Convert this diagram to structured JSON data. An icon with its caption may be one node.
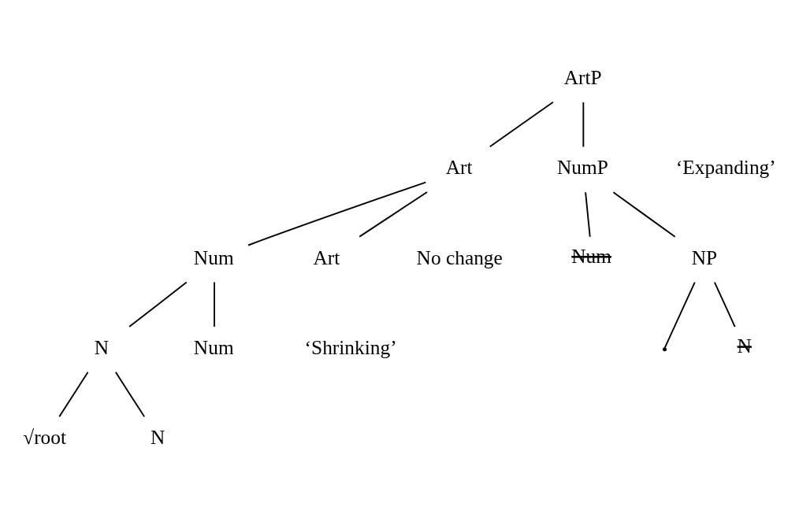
{
  "diagram": {
    "nodes": [
      {
        "text": [
          "ArtP"
        ]
      },
      {
        "text": [
          "Art"
        ]
      },
      {
        "text": [
          "NumP"
        ]
      },
      {
        "text": [
          "Num"
        ]
      },
      {
        "text": [
          "Art"
        ]
      },
      {
        "text": [
          "Num"
        ]
      },
      {
        "text": [
          "NP"
        ]
      },
      {
        "text": [
          "N"
        ]
      },
      {
        "text": [
          "Num"
        ]
      },
      {
        "text": [
          "N"
        ]
      },
      {
        "text": [
          "√root"
        ]
      },
      {
        "text": [
          "N"
        ]
      },
      {
        "text": [],
        "shape": "point"
      }
    ],
    "edges": [
      {
        "from": 0,
        "to": 1,
        "arrow": "none"
      },
      {
        "from": 0,
        "to": 2,
        "arrow": "none"
      },
      {
        "from": 1,
        "to": 3,
        "arrow": "none"
      },
      {
        "from": 1,
        "to": 4,
        "arrow": "none"
      },
      {
        "from": 2,
        "to": 5,
        "arrow": "none"
      },
      {
        "from": 2,
        "to": 6,
        "arrow": "none"
      },
      {
        "from": 3,
        "to": 7,
        "arrow": "none"
      },
      {
        "from": 3,
        "to": 8,
        "arrow": "none"
      },
      {
        "from": 6,
        "to": 12,
        "arrow": "none"
      },
      {
        "from": 6,
        "to": 9,
        "arrow": "none"
      },
      {
        "from": 7,
        "to": 10,
        "arrow": "none"
      },
      {
        "from": 7,
        "to": 11,
        "arrow": "none"
      }
    ],
    "labels": [
      "‘Expanding’",
      "No change",
      "‘Shrinking’"
    ]
  }
}
